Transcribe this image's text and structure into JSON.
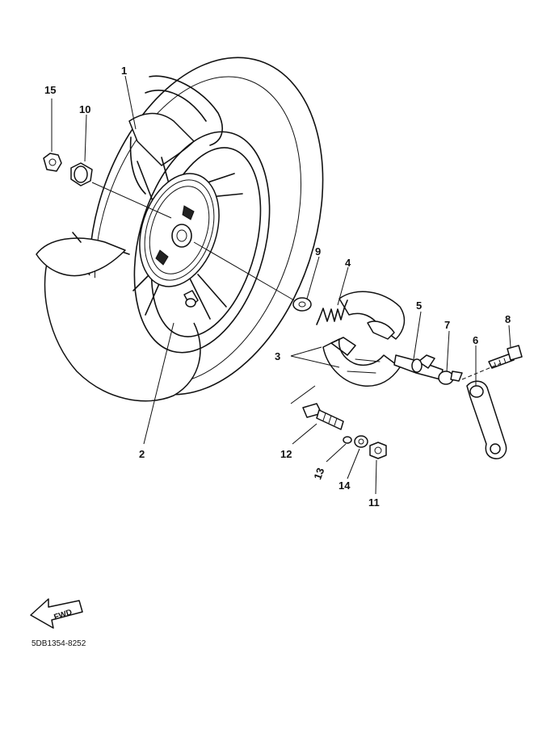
{
  "diagram": {
    "callouts": {
      "c1": "1",
      "c2": "2",
      "c3": "3",
      "c4": "4",
      "c5": "5",
      "c6": "6",
      "c7": "7",
      "c8": "8",
      "c9": "9",
      "c10": "10",
      "c11": "11",
      "c12": "12",
      "c13": "13",
      "c14": "14",
      "c15": "15"
    },
    "fwd_label": "FWD",
    "part_code": "5DB1354-8252"
  }
}
